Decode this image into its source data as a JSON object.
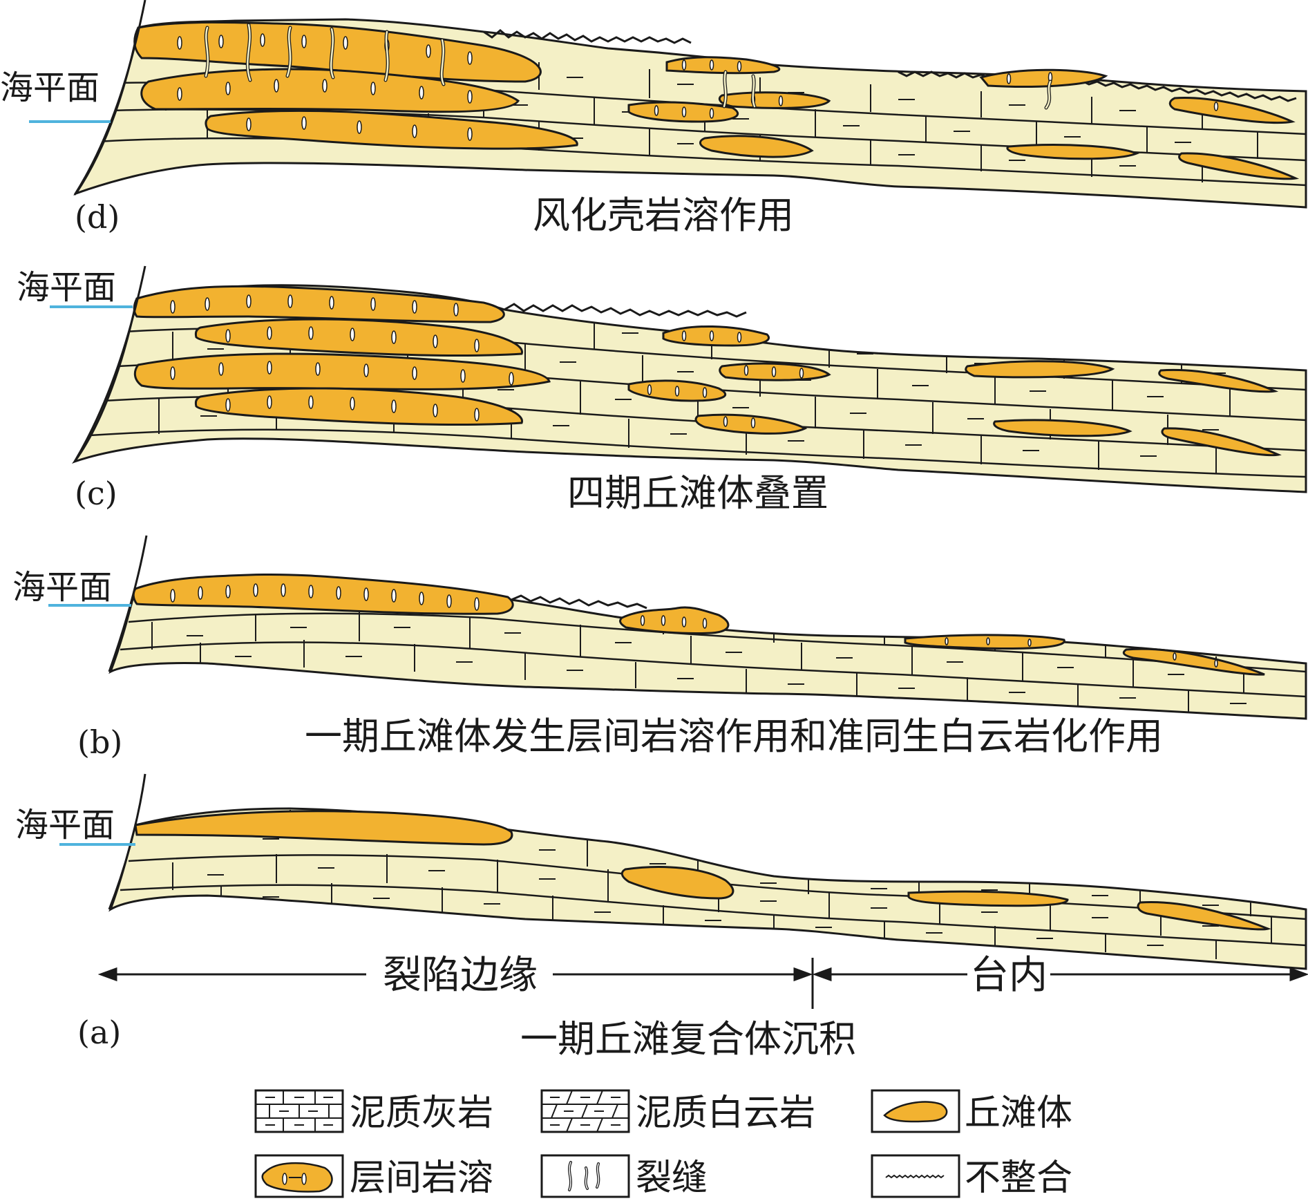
{
  "colors": {
    "limestone": "#f4f0c6",
    "shoal": "#f2b230",
    "sea_line": "#4fb3dd",
    "stroke": "#1a1a1a"
  },
  "panels": [
    {
      "id": "d",
      "letter": "(d)",
      "sea_level": "海平面",
      "caption": "风化壳岩溶作用"
    },
    {
      "id": "c",
      "letter": "(c)",
      "sea_level": "海平面",
      "caption": "四期丘滩体叠置"
    },
    {
      "id": "b",
      "letter": "(b)",
      "sea_level": "海平面",
      "caption": "一期丘滩体发生层间岩溶作用和准同生白云岩化作用"
    },
    {
      "id": "a",
      "letter": "(a)",
      "sea_level": "海平面",
      "caption": "一期丘滩复合体沉积"
    }
  ],
  "zones": {
    "rift_margin": "裂陷边缘",
    "platform_interior": "台内"
  },
  "legend": [
    {
      "key": "argillaceous_limestone",
      "label": "泥质灰岩"
    },
    {
      "key": "argillaceous_dolomite",
      "label": "泥质白云岩"
    },
    {
      "key": "shoal_body",
      "label": "丘滩体"
    },
    {
      "key": "interlayer_karst",
      "label": "层间岩溶"
    },
    {
      "key": "fracture",
      "label": "裂缝"
    },
    {
      "key": "unconformity",
      "label": "不整合"
    }
  ]
}
